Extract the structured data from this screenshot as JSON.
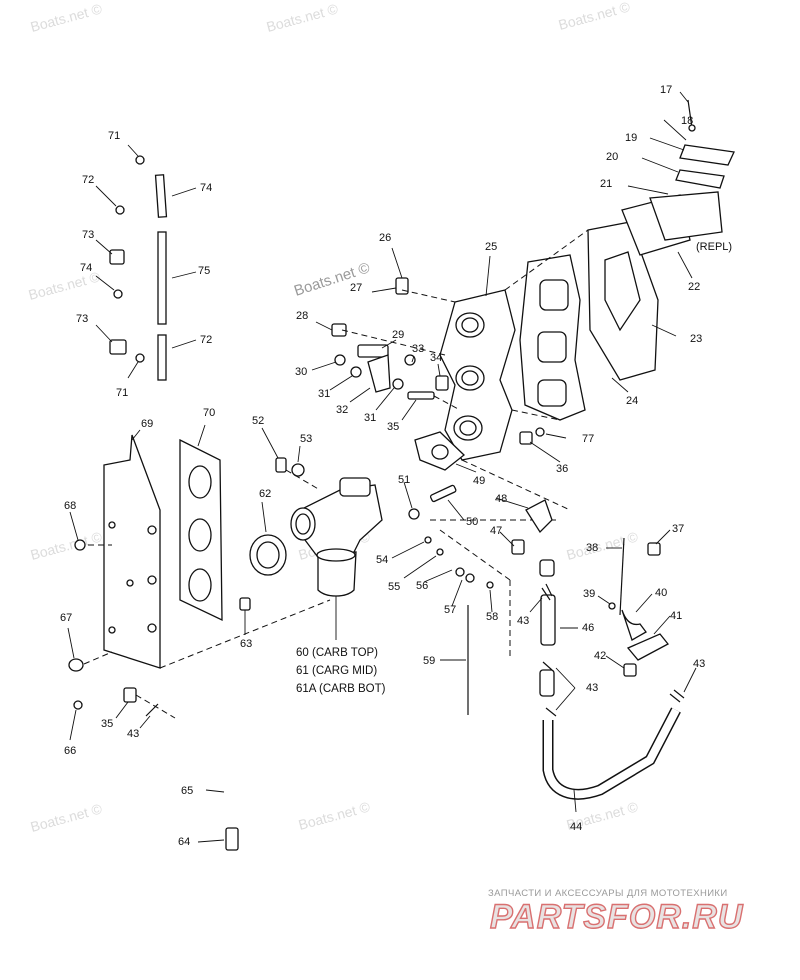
{
  "watermark": "Boats.net ©",
  "watermark_center": "Boats.net ©",
  "carb_notes": [
    "60 (CARB TOP)",
    "61 (CARG MID)",
    "61A (CARB BOT)"
  ],
  "repl_note": "(REPL)",
  "brand_tagline": "ЗАПЧАСТИ И АКСЕССУАРЫ ДЛЯ МОТОТЕХНИКИ",
  "brand_logo": "PARTSFOR.RU",
  "colors": {
    "logo_stroke": "#d97070",
    "watermark": "#dcdcdc"
  },
  "callouts": [
    "17",
    "18",
    "19",
    "20",
    "21",
    "22",
    "23",
    "24",
    "25",
    "26",
    "27",
    "28",
    "29",
    "30",
    "31",
    "32",
    "31",
    "33",
    "34",
    "35",
    "36",
    "77",
    "71",
    "72",
    "74",
    "73",
    "75",
    "74",
    "73",
    "72",
    "71",
    "69",
    "70",
    "68",
    "67",
    "66",
    "35",
    "43",
    "65",
    "64",
    "52",
    "53",
    "62",
    "63",
    "51",
    "50",
    "49",
    "48",
    "47",
    "54",
    "55",
    "56",
    "57",
    "58",
    "59",
    "43",
    "46",
    "43",
    "44",
    "38",
    "37",
    "39",
    "40",
    "41",
    "42",
    "43"
  ]
}
